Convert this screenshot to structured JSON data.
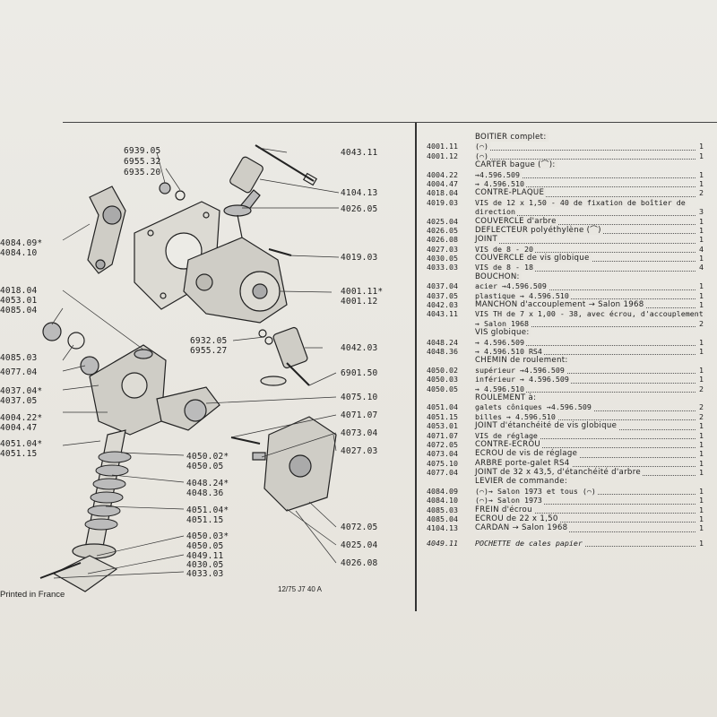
{
  "footer": {
    "printed": "Printed in France",
    "code": "12/75  J7  40 A"
  },
  "diagram_refs": {
    "r6939_05": "6939.05",
    "r6955_32": "6955.32",
    "r6935_20": "6935.20",
    "r4043_11": "4043.11",
    "r4104_13": "4104.13",
    "r4026_05": "4026.05",
    "r4084_09": "4084.09*",
    "r4084_10": "4084.10",
    "r4019_03": "4019.03",
    "r4001_11": "4001.11*",
    "r4001_12": "4001.12",
    "r4018_04": "4018.04",
    "r4053_01": "4053.01",
    "r4085_04": "4085.04",
    "r4085_03": "4085.03",
    "r4077_04": "4077.04",
    "r6932_05": "6932.05",
    "r6955_27": "6955.27",
    "r4042_03": "4042.03",
    "r6901_50": "6901.50",
    "r4037_04": "4037.04*",
    "r4037_05": "4037.05",
    "r4075_10": "4075.10",
    "r4004_22": "4004.22*",
    "r4004_47": "4004.47",
    "r4071_07": "4071.07",
    "r4073_04": "4073.04",
    "r4051_04": "4051.04*",
    "r4051_15": "4051.15",
    "r4050_02": "4050.02*",
    "r4050_05": "4050.05",
    "r4027_03": "4027.03",
    "r4048_24": "4048.24*",
    "r4048_36": "4048.36",
    "r4051_04b": "4051.04*",
    "r4051_15b": "4051.15",
    "r4050_03": "4050.03*",
    "r4050_05b": "4050.05",
    "r4072_05": "4072.05",
    "r4025_04": "4025.04",
    "r4049_11": "4049.11",
    "r4030_05": "4030.05",
    "r4033_03": "4033.03",
    "r4026_08": "4026.08"
  },
  "parts": [
    {
      "code": "",
      "desc": "BOITIER complet:",
      "qty": "",
      "style": "caps"
    },
    {
      "code": "4001.11",
      "desc": "(⌒)",
      "qty": "1",
      "style": ""
    },
    {
      "code": "4001.12",
      "desc": "(⌒)",
      "qty": "1",
      "style": ""
    },
    {
      "code": "",
      "desc": "CARTER bague (⌒):",
      "qty": "",
      "style": "caps"
    },
    {
      "code": "4004.22",
      "desc": "→4.596.509",
      "qty": "1",
      "style": ""
    },
    {
      "code": "4004.47",
      "desc": "→ 4.596.510",
      "qty": "1",
      "style": ""
    },
    {
      "code": "4018.04",
      "desc": "CONTRE-PLAQUE",
      "qty": "2",
      "style": "caps"
    },
    {
      "code": "4019.03",
      "desc": "VIS de 12 x 1,50 - 40 de fixation de boîtier de",
      "qty": "",
      "style": ""
    },
    {
      "code": "",
      "desc": "   direction",
      "qty": "3",
      "style": ""
    },
    {
      "code": "4025.04",
      "desc": "COUVERCLE d'arbre",
      "qty": "1",
      "style": "caps"
    },
    {
      "code": "4026.05",
      "desc": "DEFLECTEUR polyéthylène (⌒)",
      "qty": "1",
      "style": "caps"
    },
    {
      "code": "4026.08",
      "desc": "JOINT",
      "qty": "1",
      "style": "caps"
    },
    {
      "code": "4027.03",
      "desc": "VIS de 8 - 20",
      "qty": "4",
      "style": ""
    },
    {
      "code": "4030.05",
      "desc": "COUVERCLE de vis globique",
      "qty": "1",
      "style": "caps"
    },
    {
      "code": "4033.03",
      "desc": "VIS de 8 - 18",
      "qty": "4",
      "style": ""
    },
    {
      "code": "",
      "desc": "BOUCHON:",
      "qty": "",
      "style": "caps"
    },
    {
      "code": "4037.04",
      "desc": "  acier →4.596.509",
      "qty": "1",
      "style": ""
    },
    {
      "code": "4037.05",
      "desc": "  plastique → 4.596.510",
      "qty": "1",
      "style": ""
    },
    {
      "code": "4042.03",
      "desc": "MANCHON d'accouplement → Salon 1968",
      "qty": "1",
      "style": "caps"
    },
    {
      "code": "4043.11",
      "desc": "VIS TH de 7 x 1,00 - 38, avec écrou, d'accouplement",
      "qty": "",
      "style": ""
    },
    {
      "code": "",
      "desc": "  → Salon 1968",
      "qty": "2",
      "style": ""
    },
    {
      "code": "",
      "desc": "VIS globique:",
      "qty": "",
      "style": "caps"
    },
    {
      "code": "4048.24",
      "desc": "  → 4.596.509",
      "qty": "1",
      "style": ""
    },
    {
      "code": "4048.36",
      "desc": "  → 4.596.510  RS4",
      "qty": "1",
      "style": ""
    },
    {
      "code": "",
      "desc": "CHEMIN de roulement:",
      "qty": "",
      "style": "caps"
    },
    {
      "code": "4050.02",
      "desc": "  supérieur →4.596.509",
      "qty": "1",
      "style": ""
    },
    {
      "code": "4050.03",
      "desc": "  inférieur → 4.596.509",
      "qty": "1",
      "style": ""
    },
    {
      "code": "4050.05",
      "desc": "  → 4.596.510",
      "qty": "2",
      "style": ""
    },
    {
      "code": "",
      "desc": "ROULEMENT à:",
      "qty": "",
      "style": "caps"
    },
    {
      "code": "4051.04",
      "desc": "  galets côniques →4.596.509",
      "qty": "2",
      "style": ""
    },
    {
      "code": "4051.15",
      "desc": "  billes → 4.596.510",
      "qty": "2",
      "style": ""
    },
    {
      "code": "4053.01",
      "desc": "JOINT d'étanchéité de vis globique",
      "qty": "1",
      "style": "caps"
    },
    {
      "code": "4071.07",
      "desc": "VIS de réglage",
      "qty": "1",
      "style": ""
    },
    {
      "code": "4072.05",
      "desc": "CONTRE-ECROU",
      "qty": "1",
      "style": "caps"
    },
    {
      "code": "4073.04",
      "desc": "ECROU de vis de réglage",
      "qty": "1",
      "style": "caps"
    },
    {
      "code": "4075.10",
      "desc": "ARBRE porte-galet  RS4",
      "qty": "1",
      "style": "caps"
    },
    {
      "code": "4077.04",
      "desc": "JOINT de 32 x 43,5, d'étanchéité d'arbre",
      "qty": "1",
      "style": "caps"
    },
    {
      "code": "",
      "desc": "LEVIER de commande:",
      "qty": "",
      "style": "caps"
    },
    {
      "code": "4084.09",
      "desc": "(⌒)→ Salon 1973 et tous (⌒)",
      "qty": "1",
      "style": ""
    },
    {
      "code": "4084.10",
      "desc": "(⌒)→ Salon 1973",
      "qty": "1",
      "style": ""
    },
    {
      "code": "4085.03",
      "desc": "FREIN d'écrou",
      "qty": "1",
      "style": "caps"
    },
    {
      "code": "4085.04",
      "desc": "ECROU de 22 x 1,50",
      "qty": "1",
      "style": "caps"
    },
    {
      "code": "4104.13",
      "desc": "CARDAN → Salon 1968",
      "qty": "1",
      "style": "caps"
    },
    {
      "code": "",
      "desc": "",
      "qty": "",
      "style": "spacer"
    },
    {
      "code": "4049.11",
      "desc": "POCHETTE de cales papier",
      "qty": "1",
      "style": "italic"
    }
  ]
}
